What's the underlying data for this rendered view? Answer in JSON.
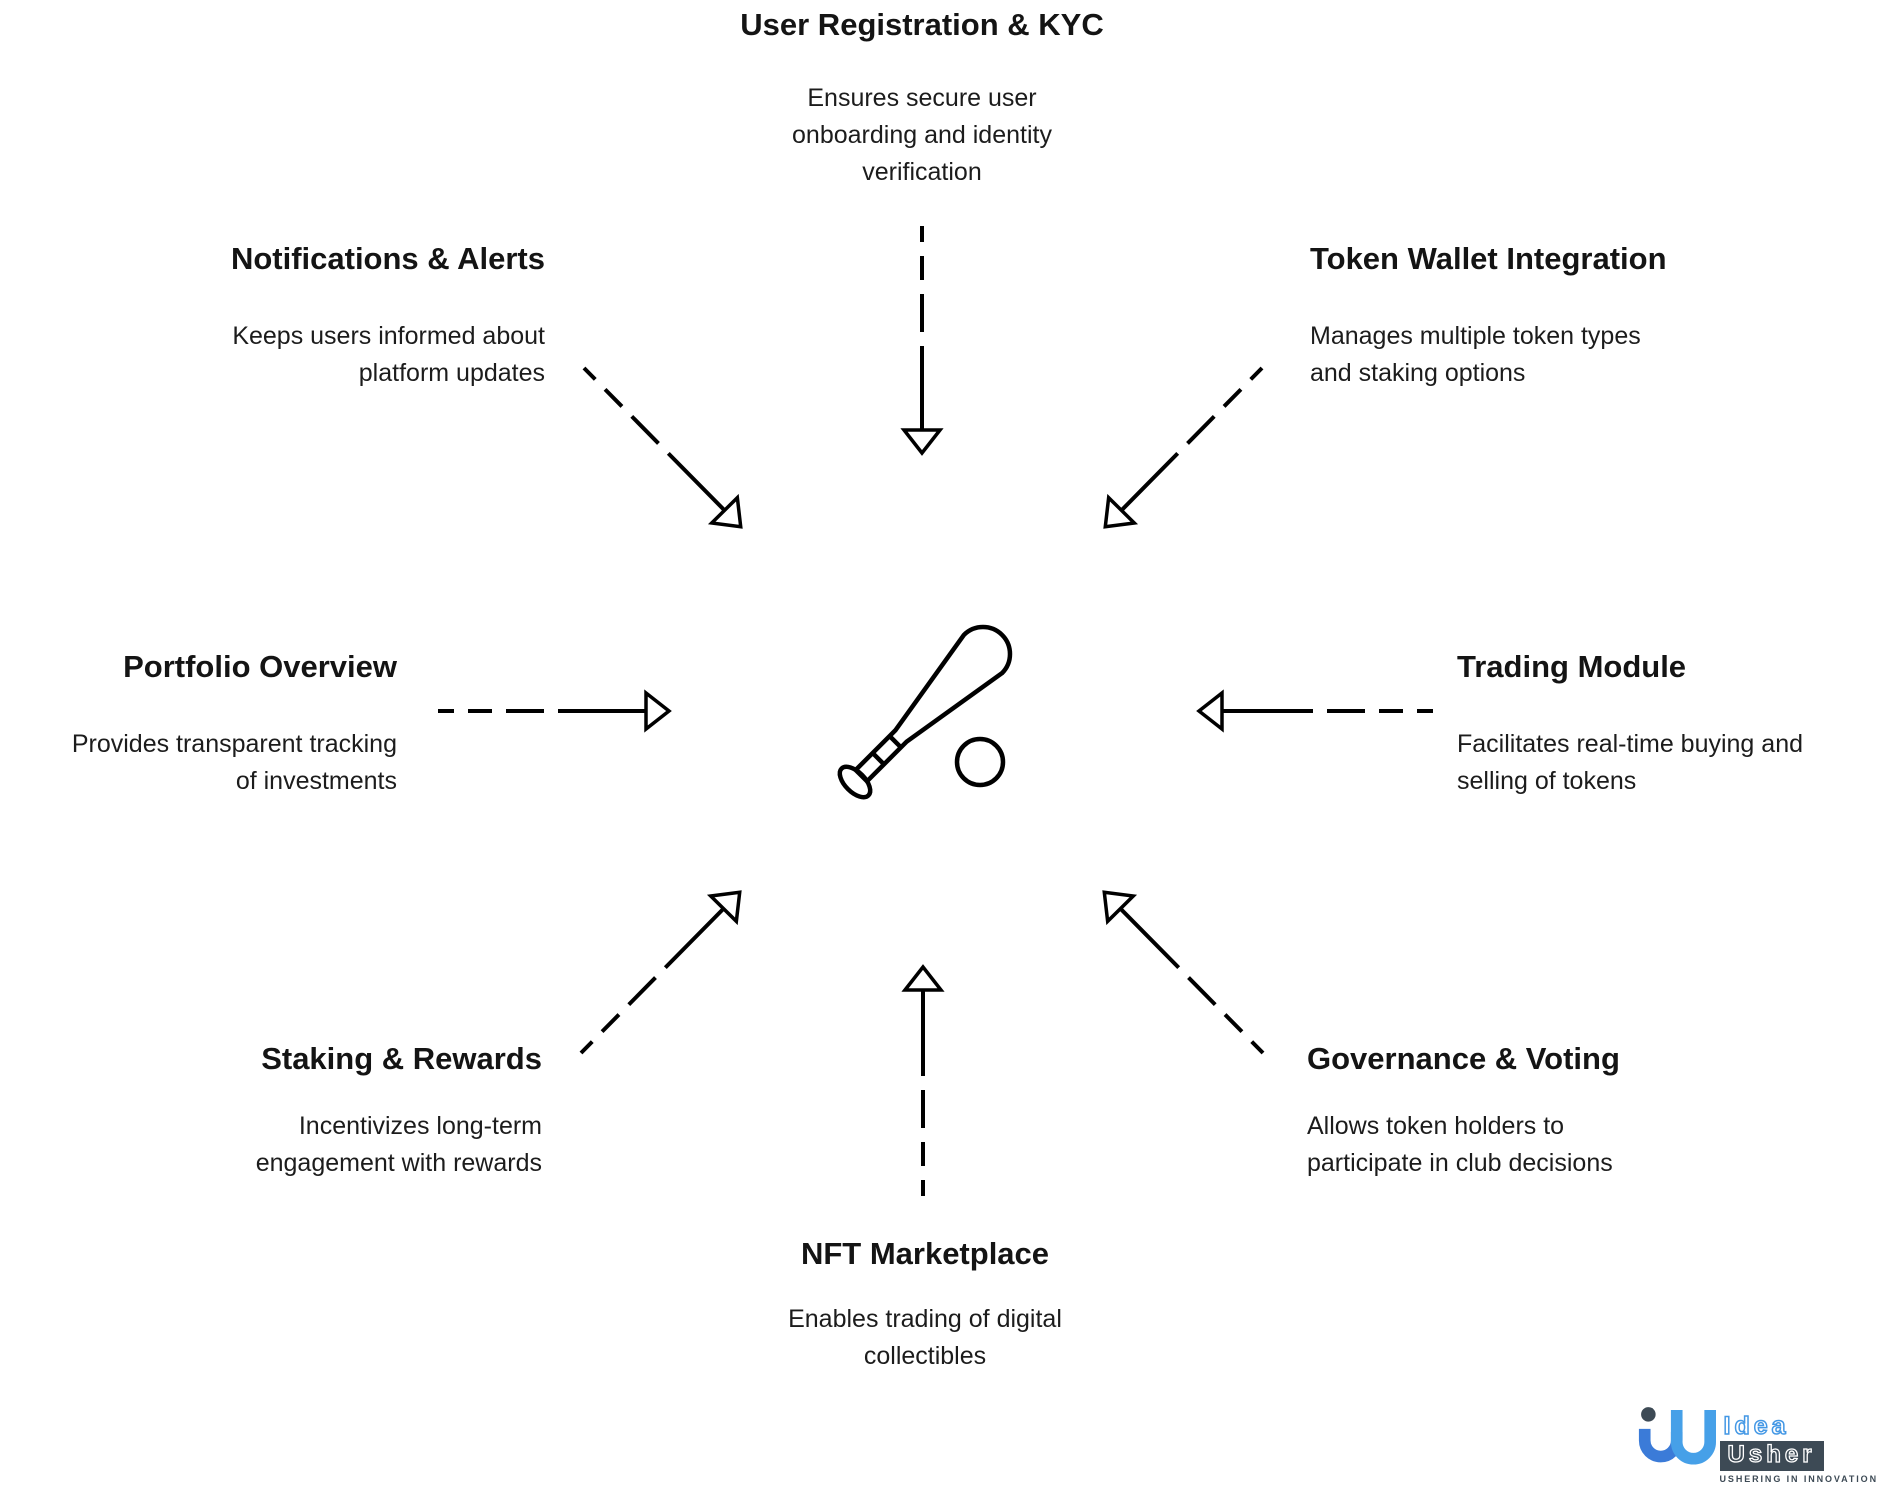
{
  "features": {
    "top": {
      "title": "User Registration & KYC",
      "lines": [
        "Ensures secure user",
        "onboarding and identity",
        "verification"
      ]
    },
    "top_left": {
      "title": "Notifications & Alerts",
      "lines": [
        "Keeps users informed about",
        "platform updates"
      ]
    },
    "top_right": {
      "title": "Token Wallet Integration",
      "lines": [
        "Manages multiple token types",
        "and staking options"
      ]
    },
    "left": {
      "title": "Portfolio Overview",
      "lines": [
        "Provides transparent tracking",
        "of investments"
      ]
    },
    "right": {
      "title": "Trading Module",
      "lines": [
        "Facilitates real-time buying and",
        "selling of tokens"
      ]
    },
    "bottom_left": {
      "title": "Staking & Rewards",
      "lines": [
        "Incentivizes long-term",
        "engagement with rewards"
      ]
    },
    "bottom_right": {
      "title": "Governance & Voting",
      "lines": [
        "Allows token holders to",
        "participate in club decisions"
      ]
    },
    "bottom": {
      "title": "NFT Marketplace",
      "lines": [
        "Enables trading of digital",
        "collectibles"
      ]
    }
  },
  "center_icon": "baseball-bat-and-ball",
  "logo": {
    "line1": "Idea",
    "line2": "Usher",
    "tagline": "USHERING IN INNOVATION",
    "blue": "#4498e5",
    "blue_dark": "#3b7bd8",
    "slate": "#3d4a55"
  },
  "colors": {
    "background": "#ffffff",
    "text": "#161616",
    "line": "#000000"
  }
}
